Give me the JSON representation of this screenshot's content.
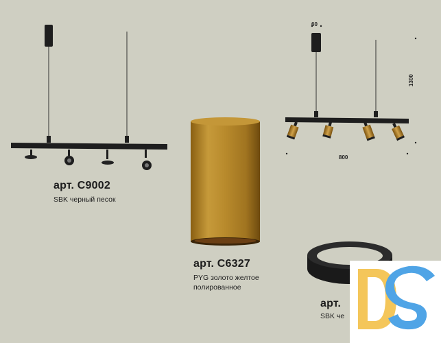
{
  "products": [
    {
      "article": "арт. С9002",
      "description_lines": [
        "SBK черный песок"
      ]
    },
    {
      "article": "арт. С6327",
      "description_lines": [
        "PYG золото желтое",
        "полированное"
      ]
    },
    {
      "article": "арт. ",
      "description_lines": [
        "SBK че"
      ]
    }
  ],
  "dimensions": {
    "canopy_width": "60",
    "height": "1300",
    "length": "800"
  },
  "colors": {
    "background": "#cfcfc2",
    "gold": "#b8872a",
    "black": "#1e1e1e",
    "logo_yellow": "#f4c65a",
    "logo_blue": "#4fa4e6"
  },
  "logo": {
    "letters": "DS"
  }
}
